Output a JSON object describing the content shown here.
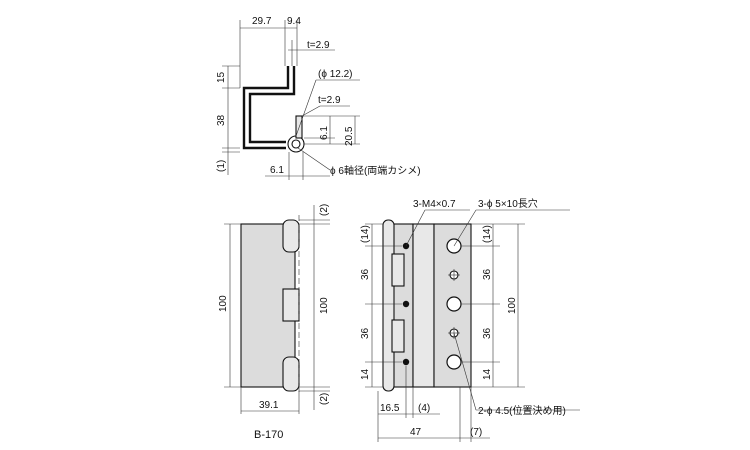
{
  "model": "B-170",
  "side_view": {
    "dim_width": "29.7",
    "dim_knuckle": "9.4",
    "dim_t_top": "t=2.9",
    "dim_t_mid": "t=2.9",
    "dim_pin_dia": "(ϕ 12.2)",
    "dim_15": "15",
    "dim_38": "38",
    "dim_1": "(1)",
    "dim_6_1_vert": "6.1",
    "dim_20_5": "20.5",
    "dim_6_1_horiz": "6.1",
    "pin_note": "ϕ 6軸径(両端カシメ)"
  },
  "front_view": {
    "dim_height_left": "100",
    "dim_height_right": "100",
    "dim_top_gap": "(2)",
    "dim_bottom_gap": "(2)",
    "dim_width": "39.1"
  },
  "hole_view": {
    "callout_tap": "3-M4×0.7",
    "callout_slot": "3-ϕ 5×10長穴",
    "callout_pin": "2-ϕ 4.5(位置決め用)",
    "left_dims": [
      "(14)",
      "36",
      "36",
      "14"
    ],
    "right_dims": [
      "(14)",
      "36",
      "36",
      "14"
    ],
    "dim_height": "100",
    "dim_16_5": "16.5",
    "dim_4": "(4)",
    "dim_47": "47",
    "dim_7": "(7)"
  }
}
